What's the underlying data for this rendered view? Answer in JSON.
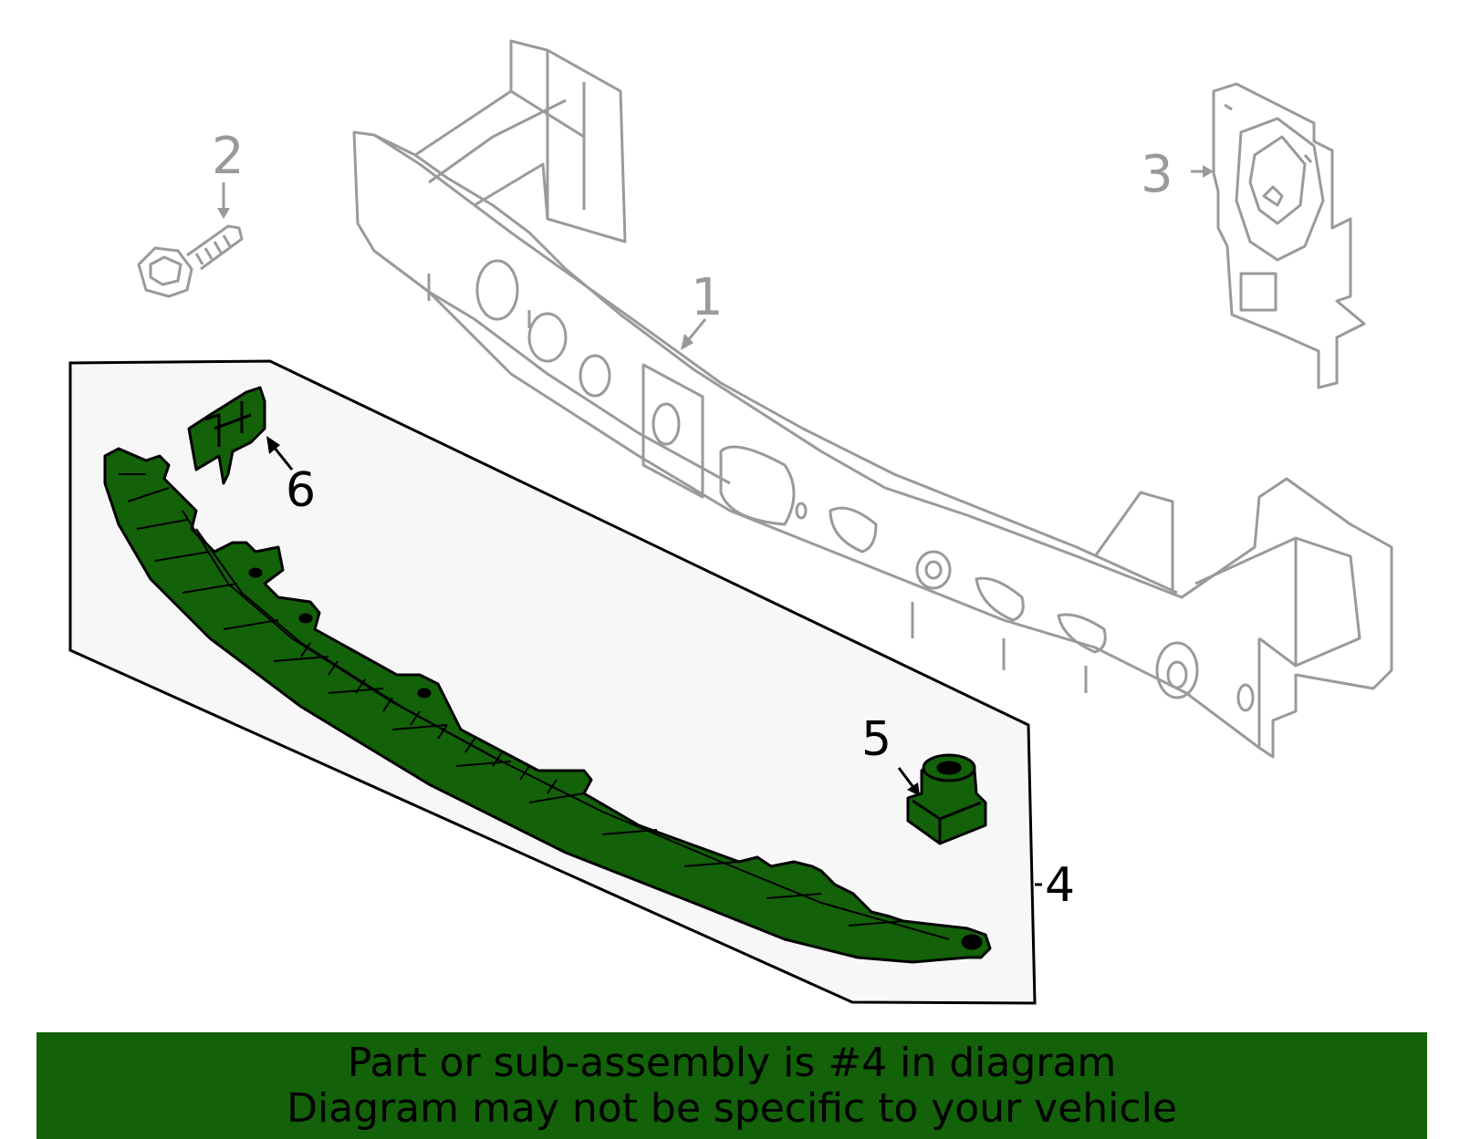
{
  "colors": {
    "highlight_fill": "#136109",
    "background_panel": "#f7f7f7",
    "outline_gray": "#9a9a9a",
    "banner_bg": "#136109"
  },
  "callouts": {
    "part_1": "1",
    "part_2": "2",
    "part_3": "3",
    "part_4": "4",
    "part_5": "5",
    "part_6": "6"
  },
  "banner": {
    "line1": "Part or sub-assembly is #4 in diagram",
    "line2": "Diagram may not be specific to your vehicle"
  }
}
